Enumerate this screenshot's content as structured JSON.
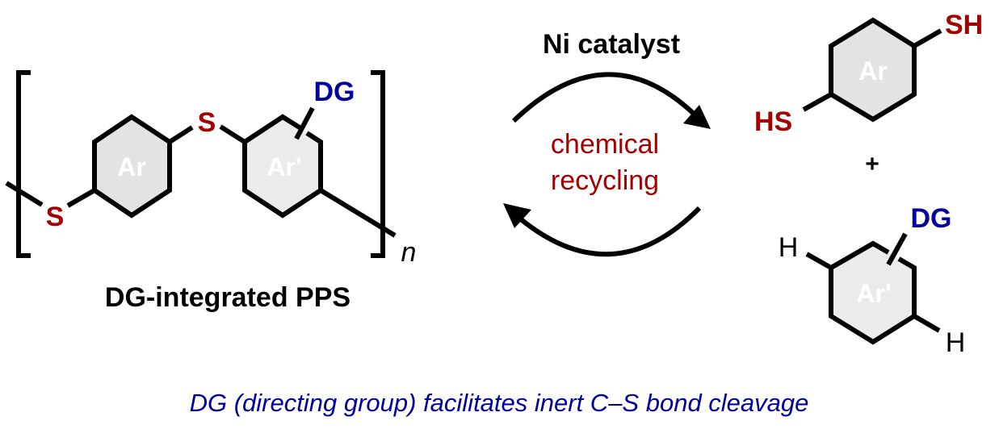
{
  "colors": {
    "sulfur": "#a50000",
    "directing_group": "#00009c",
    "ring_fill": "#e3e3e3",
    "bond": "#000000"
  },
  "polymer": {
    "sulfur_label": "S",
    "ring1_label": "Ar",
    "ring2_label": "Ar'",
    "dg_label": "DG",
    "repeat_subscript": "n",
    "name": "DG-integrated PPS"
  },
  "reaction": {
    "catalyst": "Ni catalyst",
    "process_line1": "chemical",
    "process_line2": "recycling"
  },
  "products": {
    "dithiol": {
      "ring_label": "Ar",
      "left_group": "HS",
      "right_group": "SH"
    },
    "plus": "+",
    "arene": {
      "ring_label": "Ar'",
      "dg_label": "DG",
      "h_label": "H"
    }
  },
  "caption": "DG (directing group) facilitates inert C–S bond cleavage"
}
